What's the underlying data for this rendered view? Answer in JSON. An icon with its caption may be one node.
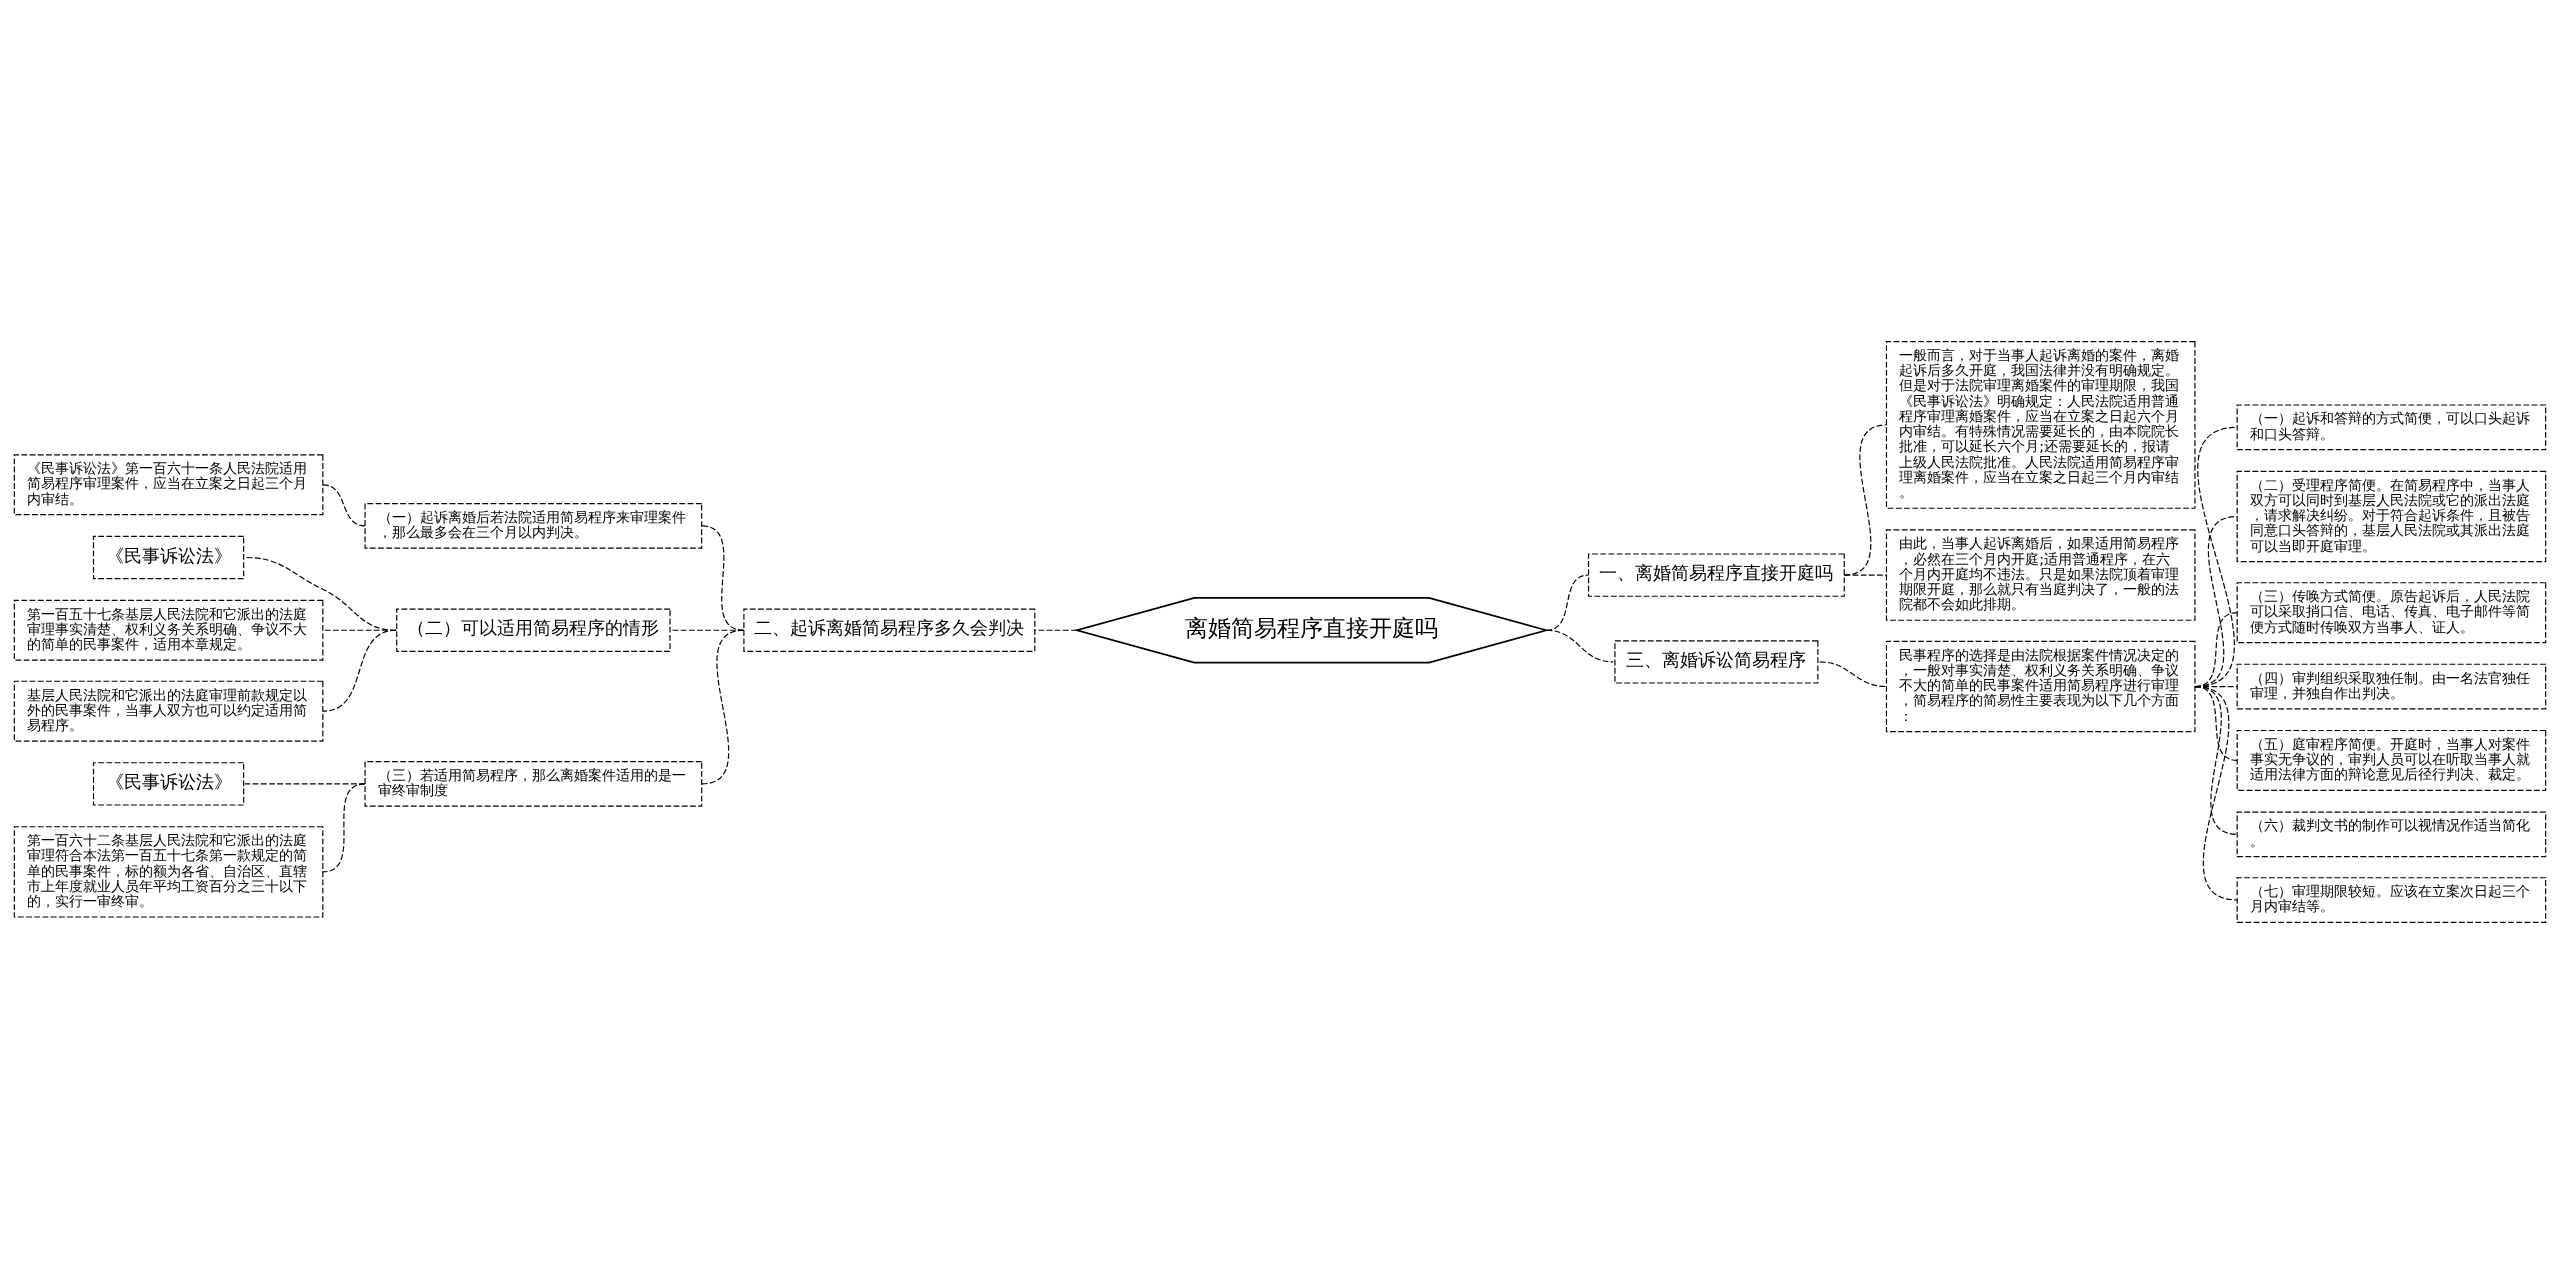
{
  "diagram": {
    "nodes": [
      {
        "text": [
          "离婚简易程序直接开庭吗"
        ]
      },
      {
        "text": [
          "二、起诉离婚简易程序多久会判决"
        ]
      },
      {
        "text": [
          "（一）起诉离婚后若法院适用简易程序来审理案件，那么最多会在三个月以内判决。"
        ]
      },
      {
        "text": [
          "《民事诉讼法》第一百六十一条人民法院适用简易程序审理案件，应当在立案之日起三个月内审结。"
        ]
      },
      {
        "text": [
          "（二）可以适用简易程序的情形"
        ]
      },
      {
        "text": [
          "《民事诉讼法》"
        ]
      },
      {
        "text": [
          "第一百五十七条基层人民法院和它派出的法庭审理事实清楚、权利义务关系明确、争议不大的简单的民事案件，适用本章规定。"
        ]
      },
      {
        "text": [
          "基层人民法院和它派出的法庭审理前款规定以外的民事案件，当事人双方也可以约定适用简易程序。"
        ]
      },
      {
        "text": [
          "（三）若适用简易程序，那么离婚案件适用的是一审终审制度"
        ]
      },
      {
        "text": [
          "《民事诉讼法》"
        ]
      },
      {
        "text": [
          "第一百六十二条基层人民法院和它派出的法庭审理符合本法第一百五十七条第一款规定的简单的民事案件，标的额为各省、自治区、直辖市上年度就业人员年平均工资百分之三十以下的，实行一审终审。"
        ]
      },
      {
        "text": [
          "一、离婚简易程序直接开庭吗"
        ]
      },
      {
        "text": [
          "一般而言，对于当事人起诉离婚的案件，离婚起诉后多久开庭，我国法律并没有明确规定。但是对于法院审理离婚案件的审理期限，我国《民事诉讼法》明确规定：人民法院适用普通程序审理离婚案件，应当在立案之日起六个月内审结。有特殊情况需要延长的，由本院院长批准，可以延长六个月;还需要延长的，报请上级人民法院批准。人民法院适用简易程序审理离婚案件，应当在立案之日起三个月内审结。"
        ]
      },
      {
        "text": [
          "由此，当事人起诉离婚后，如果适用简易程序，必然在三个月内开庭;适用普通程序，在六个月内开庭均不违法。只是如果法院顶着审理期限开庭，那么就只有当庭判决了，一般的法院都不会如此排期。"
        ]
      },
      {
        "text": [
          "三、离婚诉讼简易程序"
        ]
      },
      {
        "text": [
          "民事程序的选择是由法院根据案件情况决定的，一般对事实清楚、权利义务关系明确、争议不大的简单的民事案件适用简易程序进行审理，简易程序的简易性主要表现为以下几个方面："
        ]
      },
      {
        "text": [
          "（一）起诉和答辩的方式简便，可以口头起诉和口头答辩。"
        ]
      },
      {
        "text": [
          "（二）受理程序简便。在简易程序中，当事人双方可以同时到基层人民法院或它的派出法庭，请求解决纠纷。对于符合起诉条件，且被告同意口头答辩的，基层人民法院或其派出法庭可以当即开庭审理。"
        ]
      },
      {
        "text": [
          "（三）传唤方式简便。原告起诉后，人民法院可以采取捎口信、电话、传真、电子邮件等简便方式随时传唤双方当事人、证人。"
        ]
      },
      {
        "text": [
          "（四）审判组织采取独任制。由一名法官独任审理，并独自作出判决。"
        ]
      },
      {
        "text": [
          "（五）庭审程序简便。开庭时，当事人对案件事实无争议的，审判人员可以在听取当事人就适用法律方面的辩论意见后径行判决、裁定。"
        ]
      },
      {
        "text": [
          "（六）裁判文书的制作可以视情况作适当简化。"
        ]
      },
      {
        "text": [
          "（七）审理期限较短。应该在立案次日起三个月内审结等。"
        ]
      }
    ],
    "edges": [
      {
        "from": 0,
        "to": 1,
        "arrow": "none",
        "style": "dashed"
      },
      {
        "from": 1,
        "to": 2,
        "arrow": "none",
        "style": "dashed"
      },
      {
        "from": 2,
        "to": 3,
        "arrow": "none",
        "style": "dashed"
      },
      {
        "from": 1,
        "to": 4,
        "arrow": "none",
        "style": "dashed"
      },
      {
        "from": 4,
        "to": 5,
        "arrow": "none",
        "style": "dashed"
      },
      {
        "from": 4,
        "to": 6,
        "arrow": "none",
        "style": "dashed"
      },
      {
        "from": 4,
        "to": 7,
        "arrow": "none",
        "style": "dashed"
      },
      {
        "from": 1,
        "to": 8,
        "arrow": "none",
        "style": "dashed"
      },
      {
        "from": 8,
        "to": 9,
        "arrow": "none",
        "style": "dashed"
      },
      {
        "from": 8,
        "to": 10,
        "arrow": "none",
        "style": "dashed"
      },
      {
        "from": 0,
        "to": 11,
        "arrow": "none",
        "style": "dashed"
      },
      {
        "from": 11,
        "to": 12,
        "arrow": "none",
        "style": "dashed"
      },
      {
        "from": 11,
        "to": 13,
        "arrow": "none",
        "style": "dashed"
      },
      {
        "from": 0,
        "to": 14,
        "arrow": "none",
        "style": "dashed"
      },
      {
        "from": 14,
        "to": 15,
        "arrow": "none",
        "style": "dashed"
      },
      {
        "from": 15,
        "to": 16,
        "arrow": "none",
        "style": "dashed"
      },
      {
        "from": 15,
        "to": 17,
        "arrow": "none",
        "style": "dashed"
      },
      {
        "from": 15,
        "to": 18,
        "arrow": "none",
        "style": "dashed"
      },
      {
        "from": 15,
        "to": 19,
        "arrow": "none",
        "style": "dashed"
      },
      {
        "from": 15,
        "to": 20,
        "arrow": "none",
        "style": "dashed"
      },
      {
        "from": 15,
        "to": 21,
        "arrow": "none",
        "style": "dashed"
      },
      {
        "from": 15,
        "to": 22,
        "arrow": "none",
        "style": "dashed"
      }
    ]
  }
}
